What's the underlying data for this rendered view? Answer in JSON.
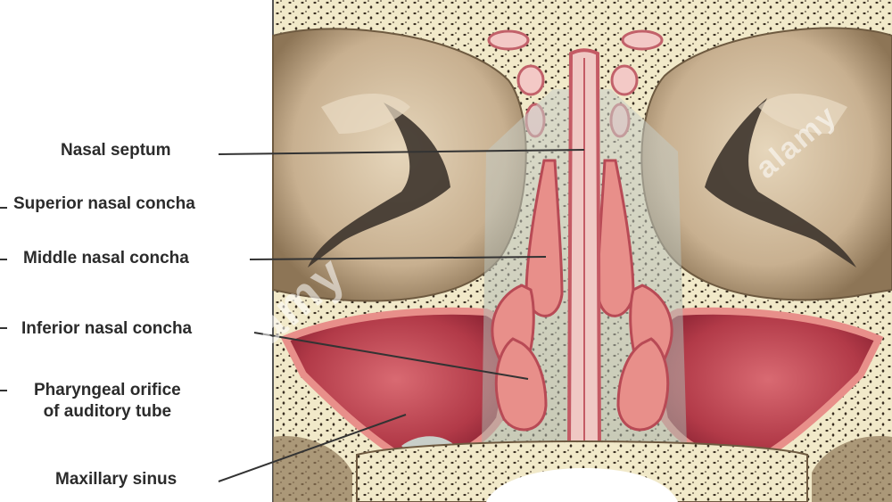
{
  "labels": {
    "nasal_septum": "Nasal septum",
    "superior_nasal_concha": "Superior nasal concha",
    "middle_nasal_concha": "Middle nasal concha",
    "inferior_nasal_concha": "Inferior nasal concha",
    "pharyngeal_orifice_line1": "Pharyngeal orifice",
    "pharyngeal_orifice_line2": "of auditory tube",
    "maxillary_sinus": "Maxillary sinus"
  },
  "watermark": "alamy",
  "colors": {
    "bone": "#f1e9c9",
    "bone_dots": "#3a2f22",
    "orbit": "#cdb89a",
    "mucosa": "#e88f8a",
    "sinus": "#b8414e",
    "leader": "#333333"
  }
}
